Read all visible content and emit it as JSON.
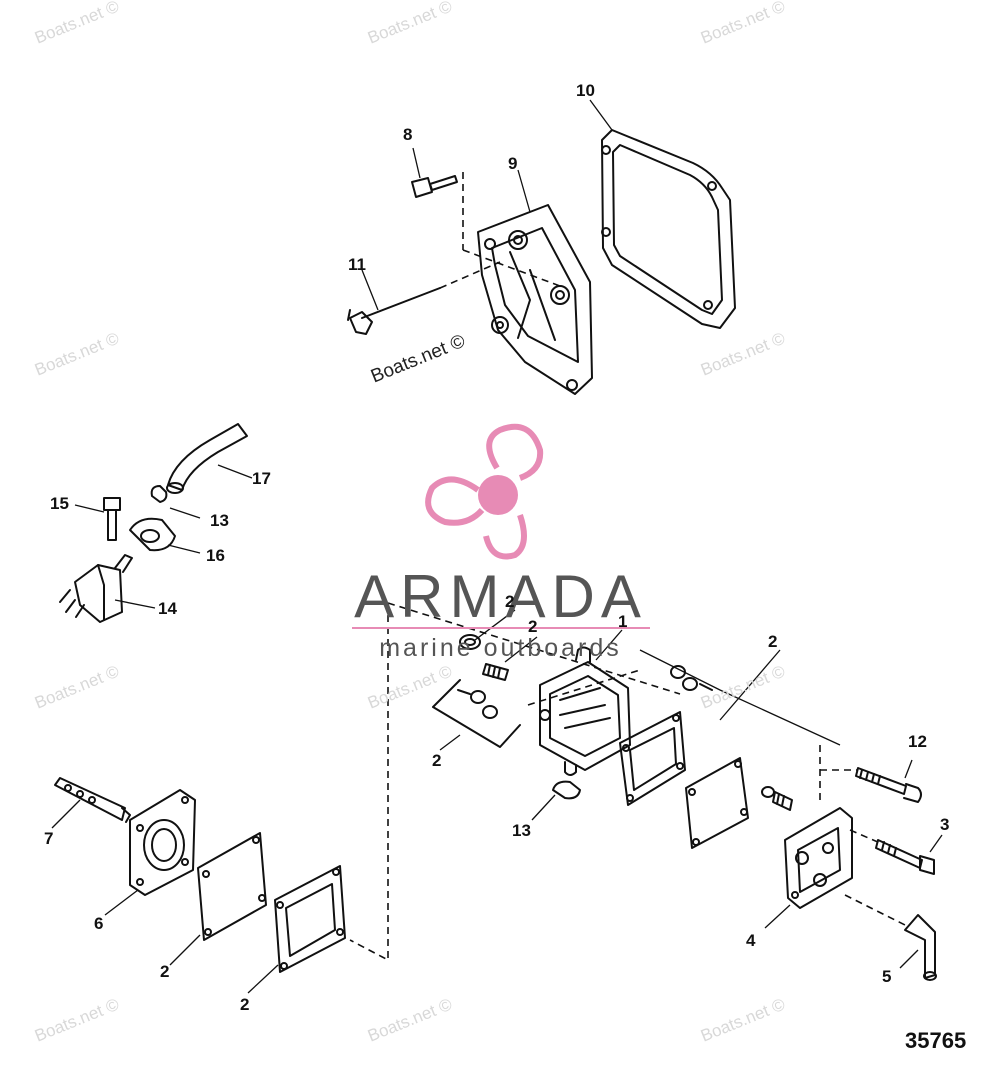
{
  "watermark": {
    "site": "Boats.net ©"
  },
  "brand": {
    "name": "ARMADA",
    "tagline": "marine outboards",
    "accent_color": "#e78bb5",
    "text_color": "#555555"
  },
  "figure_id": "35765",
  "callouts": {
    "c1": "1",
    "c2a": "2",
    "c2b": "2",
    "c2c": "2",
    "c2d": "2",
    "c2e": "2",
    "c2f": "2",
    "c3": "3",
    "c4": "4",
    "c5": "5",
    "c6": "6",
    "c7": "7",
    "c8": "8",
    "c9": "9",
    "c10": "10",
    "c11": "11",
    "c12": "12",
    "c13a": "13",
    "c13b": "13",
    "c14": "14",
    "c15": "15",
    "c16": "16",
    "c17": "17"
  }
}
